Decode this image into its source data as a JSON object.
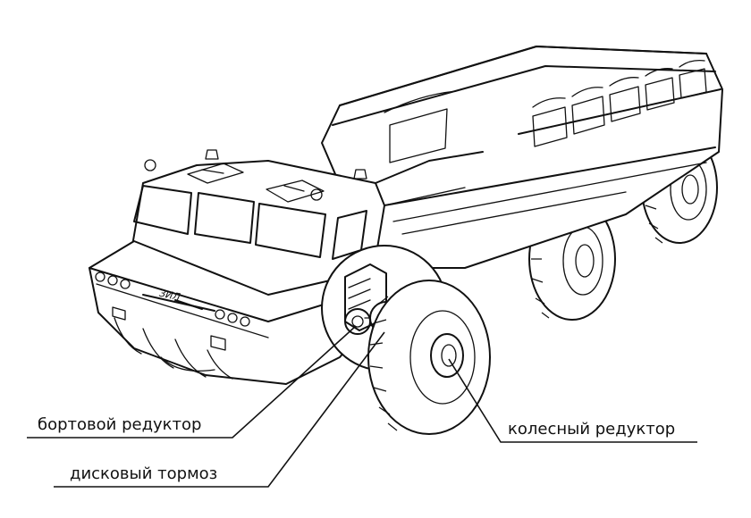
{
  "labels": {
    "side_reducer": "бортовой редуктор",
    "disc_brake": "дисковый тормоз",
    "wheel_reducer": "колесный редуктор"
  },
  "badge": {
    "logo_text": "ЗИЛ"
  },
  "colors": {
    "ink": "#111111",
    "paper": "#ffffff"
  }
}
